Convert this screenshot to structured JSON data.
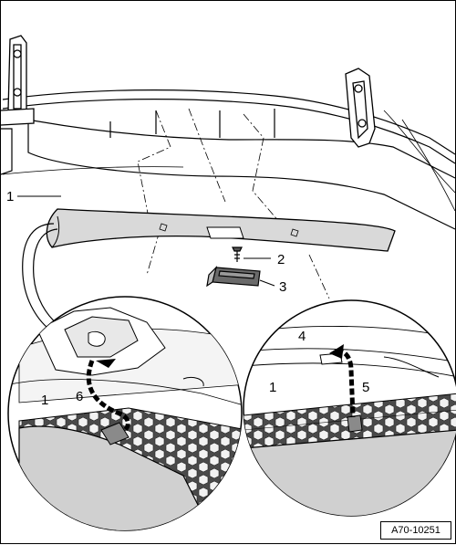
{
  "figure": {
    "reference": "A70-10251"
  },
  "callouts": {
    "c1_main": "1",
    "c2": "2",
    "c3": "3",
    "c1_left": "1",
    "c6": "6",
    "c4": "4",
    "c1_right": "1",
    "c5": "5"
  }
}
